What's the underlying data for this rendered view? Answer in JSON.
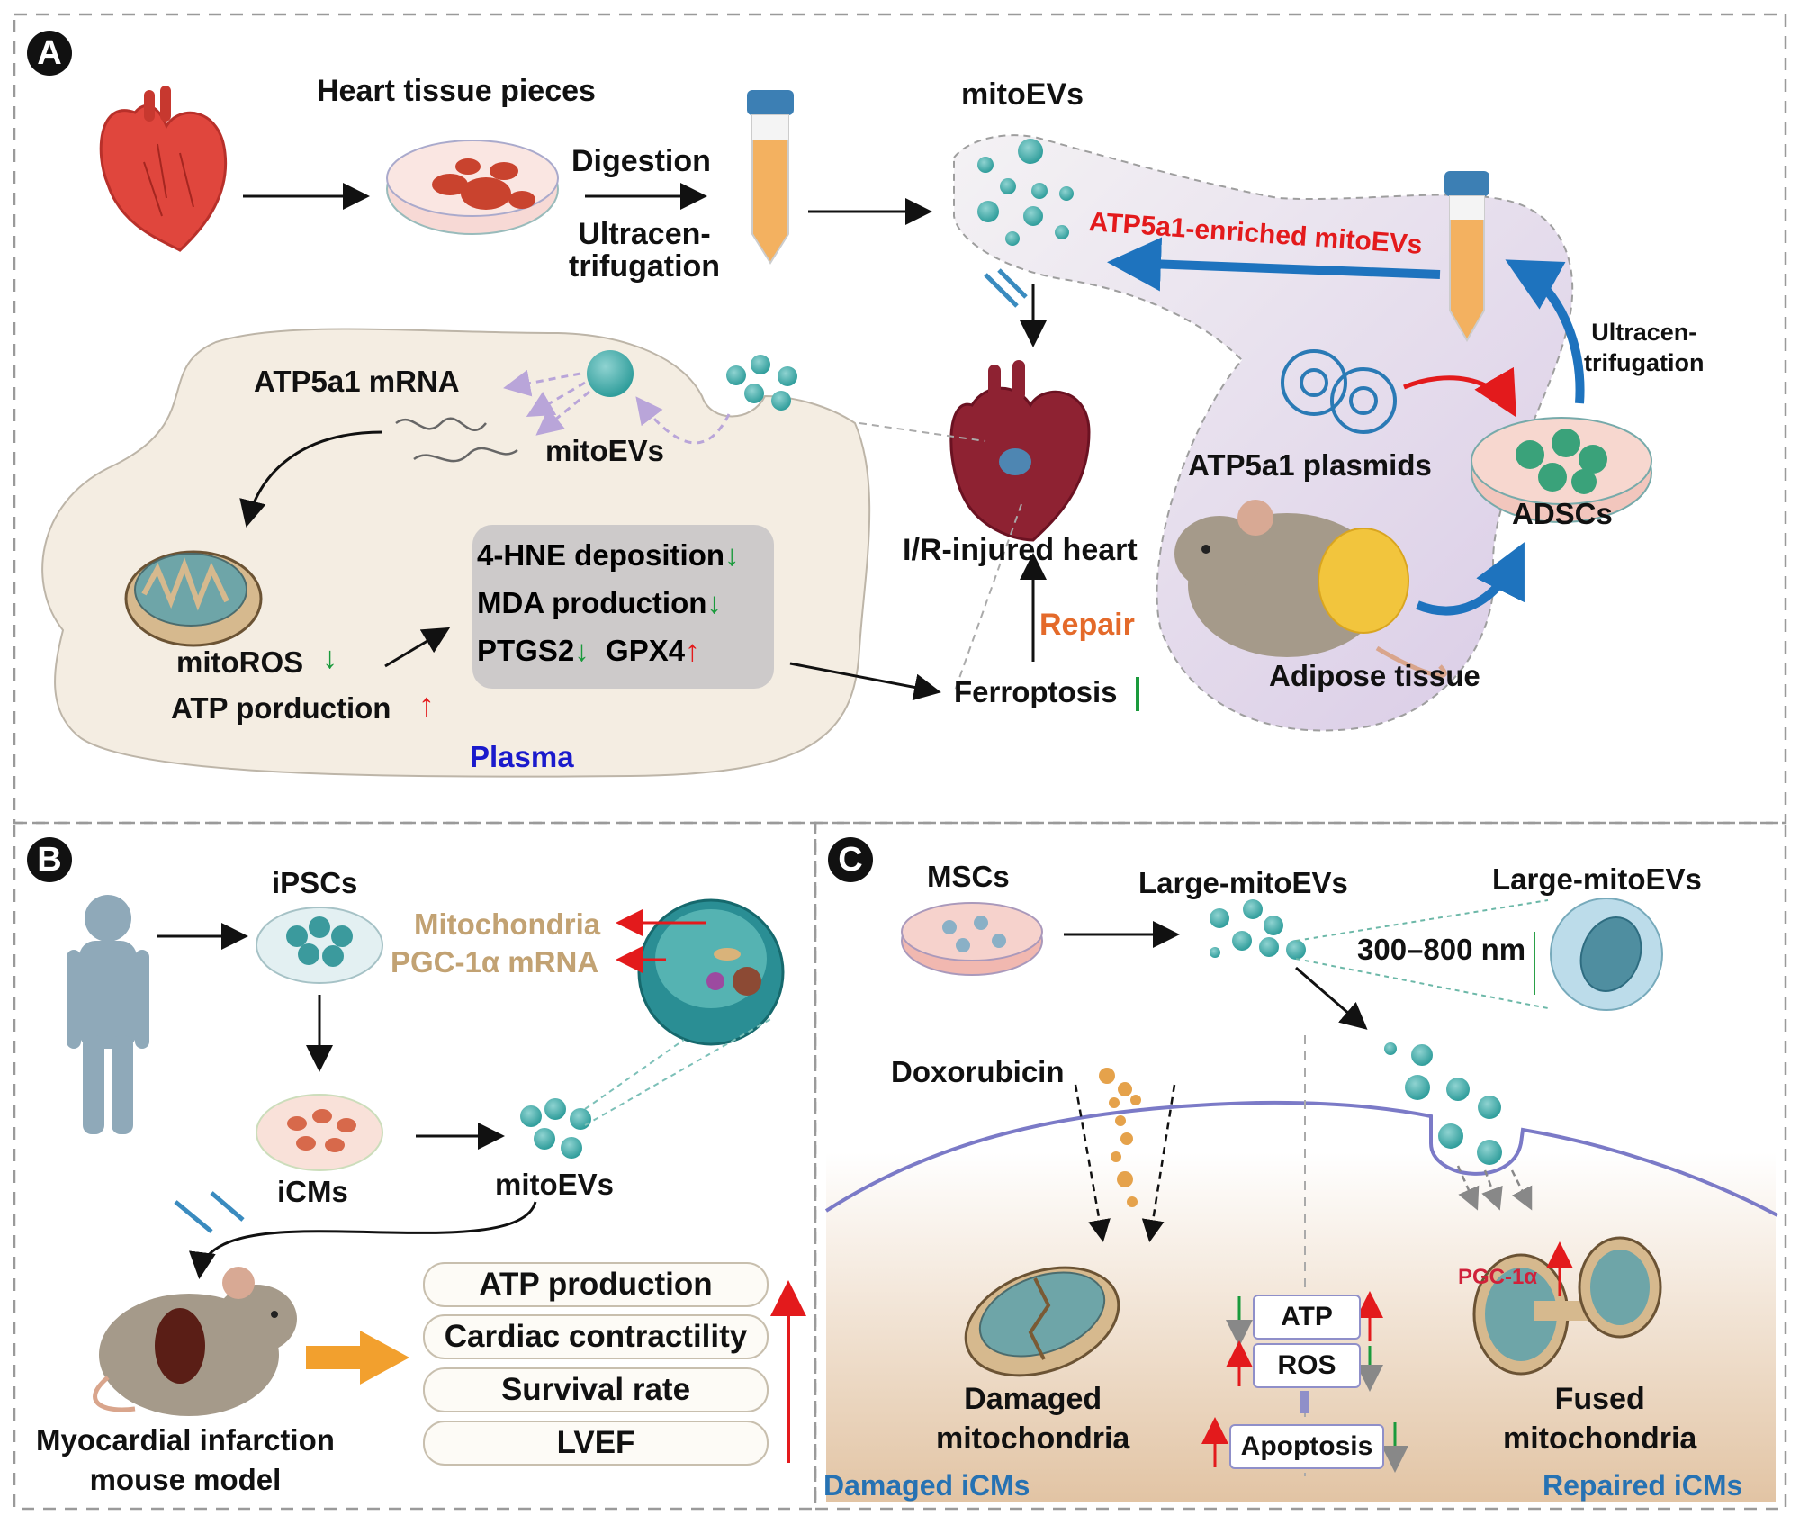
{
  "panels": {
    "a": {
      "badge": "A",
      "heart_tissue_label": "Heart tissue pieces",
      "digestion_label": "Digestion",
      "ultracentrifugation_label": "Ultracen-\ntrifugation",
      "mitoevs_label": "mitoEVs",
      "enriched_label": "ATP5a1-enriched mitoEVs",
      "ultracentrifugation_right_label": "Ultracen-\ntrifugation",
      "plasmids_label": "ATP5a1 plasmids",
      "adscs_label": "ADSCs",
      "adipose_label": "Adipose tissue",
      "injured_heart_label": "I/R-injured heart",
      "repair_label": "Repair",
      "ferroptosis_label": "Ferroptosis",
      "mrna_label": "ATP5a1 mRNA",
      "cell_mitoevs_label": "mitoEVs",
      "mitoros_label": "mitoROS",
      "atp_label": "ATP porduction",
      "plasma_label": "Plasma",
      "markers": [
        {
          "text": "4-HNE deposition",
          "direction": "down"
        },
        {
          "text": "MDA production",
          "direction": "down"
        },
        {
          "text": "PTGS2",
          "direction": "down"
        },
        {
          "text": "GPX4",
          "direction": "up"
        }
      ]
    },
    "b": {
      "badge": "B",
      "ipscs_label": "iPSCs",
      "icms_label": "iCMs",
      "mitoevs_label": "mitoEVs",
      "mitochondria_label": "Mitochondria",
      "pgc_label": "PGC-1α mRNA",
      "mouse_label": "Myocardial infarction\nmouse model",
      "outcomes": [
        "ATP production",
        "Cardiac contractility",
        "Survival rate",
        "LVEF"
      ],
      "outcome_direction": "up"
    },
    "c": {
      "badge": "C",
      "mscs_label": "MSCs",
      "large_mitoevs_label": "Large-mitoEVs",
      "large_mitoevs_zoom_label": "Large-mitoEVs",
      "size_label": "300–800 nm",
      "doxorubicin_label": "Doxorubicin",
      "damaged_mito_label": "Damaged\nmitochondria",
      "fused_mito_label": "Fused\nmitochondria",
      "pgc_label": "PGC-1α",
      "damaged_icms_label": "Damaged iCMs",
      "repaired_icms_label": "Repaired iCMs",
      "readouts": [
        {
          "text": "ATP",
          "damaged": "down",
          "repaired": "up"
        },
        {
          "text": "ROS",
          "damaged": "up",
          "repaired": "down"
        },
        {
          "text": "Apoptosis",
          "damaged": "up",
          "repaired": "down"
        }
      ]
    }
  },
  "colors": {
    "red_arrow": "#e31a1c",
    "green_arrow": "#1a9a3c",
    "blue_arrow": "#1e73be",
    "plasma_text": "#1a1acc",
    "repair_text": "#e46a2a",
    "pgc_text": "#c2a273",
    "icm_text": "#2672b3"
  }
}
